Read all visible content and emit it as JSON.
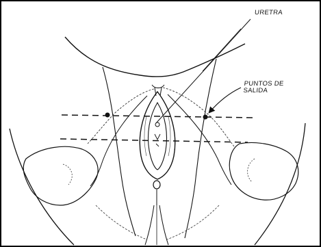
{
  "figure": {
    "labels": {
      "uretra": "URETRA",
      "puntos_line1": "PUNTOS DE",
      "puntos_line2": "SALIDA"
    },
    "colors": {
      "ink": "#111111",
      "background": "#ffffff",
      "frame": "#000000"
    }
  }
}
